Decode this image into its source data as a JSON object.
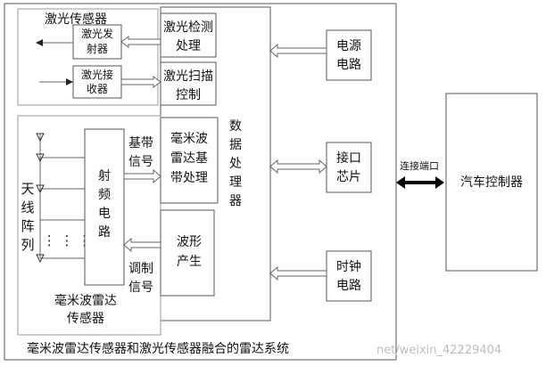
{
  "system": {
    "title": "毫米波雷达传感器和激光传感器融合的雷达系统",
    "watermark": "net/weixin_42229404"
  },
  "laser_sensor": {
    "title": "激光传感器",
    "emitter": [
      "激光发",
      "射器"
    ],
    "receiver": [
      "激光接",
      "收器"
    ]
  },
  "laser_detect": [
    "激光检测",
    "处理"
  ],
  "laser_scan": [
    "激光扫描",
    "控制"
  ],
  "radar_sensor": {
    "title": [
      "毫米波雷达",
      "传感器"
    ],
    "antenna_array": [
      "天",
      "线",
      "阵",
      "列"
    ],
    "dots": "⋮  ⋮  ⋮",
    "rf_circuit": [
      "射",
      "频",
      "电",
      "路"
    ]
  },
  "baseband_signal": [
    "基带",
    "信号"
  ],
  "mod_signal": [
    "调制",
    "信号"
  ],
  "baseband_proc": [
    "毫米波",
    "雷达基",
    "带处理"
  ],
  "waveform": [
    "波形",
    "产生"
  ],
  "data_processor": [
    "数",
    "据",
    "处",
    "理",
    "器"
  ],
  "power": [
    "电源",
    "电路"
  ],
  "interface": [
    "接口",
    "芯片"
  ],
  "clock": [
    "时钟",
    "电路"
  ],
  "link_label": "连接端口",
  "controller": "汽车控制器"
}
